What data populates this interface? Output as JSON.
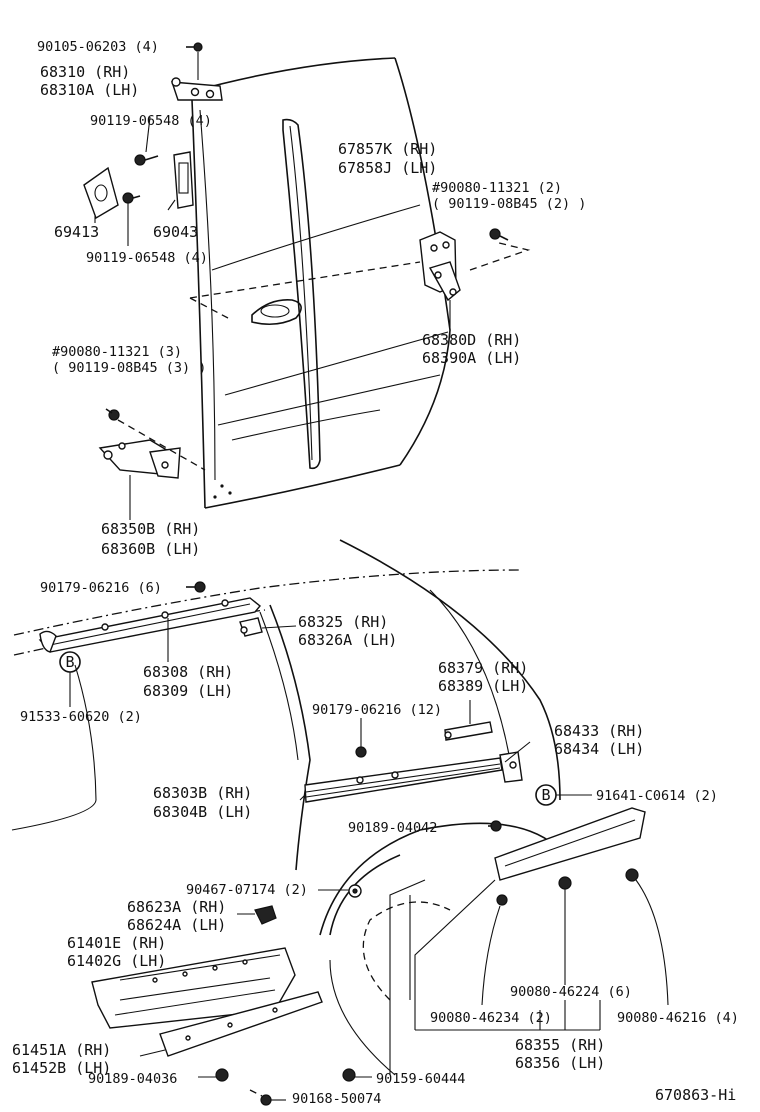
{
  "diagram_code": "670863-Hi",
  "callout_b_letter": "B",
  "labels": {
    "p1": "90105-06203 (4)",
    "p2": "68310   (RH)",
    "p3": "68310A (LH)",
    "p4": "90119-06548 (4)",
    "p5": "67857K (RH)",
    "p6": "67858J (LH)",
    "p7": "#90080-11321 (2)",
    "p8": "( 90119-08B45 (2) )",
    "p9": "69413",
    "p10": "69043",
    "p11": "90119-06548 (4)",
    "p12": "68380D (RH)",
    "p13": "68390A (LH)",
    "p14": "#90080-11321 (3)",
    "p15": "( 90119-08B45 (3) )",
    "p16": "68350B (RH)",
    "p17": "68360B (LH)",
    "p18": "90179-06216 (6)",
    "p19": "68325   (RH)",
    "p20": "68326A (LH)",
    "p21": "68308 (RH)",
    "p22": "68309 (LH)",
    "p23": "68379 (RH)",
    "p24": "68389 (LH)",
    "p25": "91533-60620 (2)",
    "p26": "90179-06216 (12)",
    "p27": "68433 (RH)",
    "p28": "68434 (LH)",
    "p29": "68303B (RH)",
    "p30": "68304B (LH)",
    "p31": "91641-C0614 (2)",
    "p32": "90189-04042",
    "p33": "90467-07174 (2)",
    "p34": "68623A (RH)",
    "p35": "68624A (LH)",
    "p36": "61401E (RH)",
    "p37": "61402G (LH)",
    "p38": "90080-46224 (6)",
    "p39": "90080-46234 (2)",
    "p40": "90080-46216 (4)",
    "p41": "68355 (RH)",
    "p42": "68356 (LH)",
    "p43": "61451A (RH)",
    "p44": "61452B (LH)",
    "p45": "90189-04036",
    "p46": "90159-60444",
    "p47": "90168-50074"
  }
}
